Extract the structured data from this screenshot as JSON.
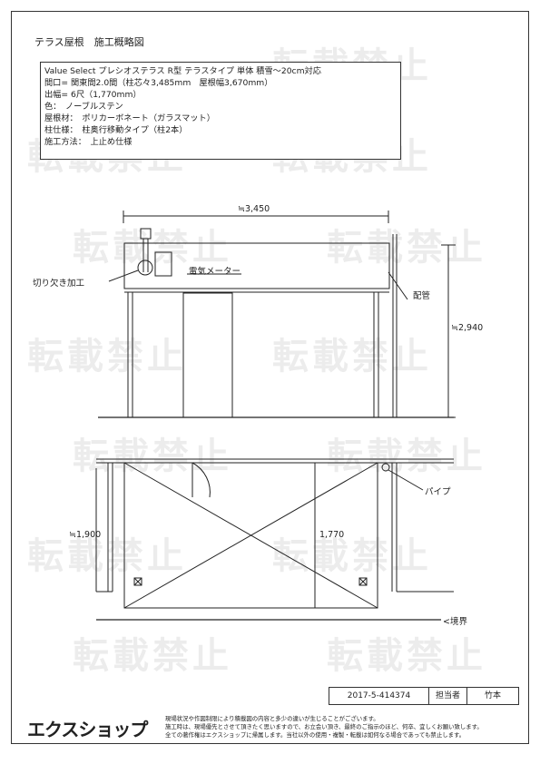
{
  "title": "テラス屋根　施工概略図",
  "spec_lines": [
    "Value Select プレシオステラス R型 テラスタイプ 単体 積雪～20cm対応",
    "間口= 関東間2.0間（柱芯々3,485mm　屋根幅3,670mm）",
    "出幅= 6尺（1,770mm）",
    "色：　ノーブルステン",
    "屋根材：　ポリカーボネート（ガラスマット）",
    "柱仕様：　柱奥行移動タイプ（柱2本）",
    "施工方法：　上止め仕様"
  ],
  "elevation": {
    "width_dim": "≒3,450",
    "height_dim": "≒2,940",
    "label_notch": "切り欠き加工",
    "label_meter": "電気メーター",
    "label_pipe": "配管"
  },
  "plan": {
    "depth_dim": "1,770",
    "left_dim": "≒1,900",
    "label_pipe": "パイプ",
    "label_boundary": "境界"
  },
  "watermark": "転載禁止",
  "title_block": {
    "drawing_no": "2017-5-414374",
    "person_label": "担当者",
    "person_name": "竹本"
  },
  "logo": "エクスショップ",
  "notes": [
    "現場状況や作図制限により積載図の内容と多少の違いが生じることがございます。",
    "施工時は、現場優先とさせて頂きたく思いますので、お立会い頂き、最終のご指示のほど、何卒、宜しくお願い致します。",
    "全ての著作権はエクスショップに帰属します。当社以外の使用・複製・転載は如何なる場合であっても禁止します。"
  ]
}
